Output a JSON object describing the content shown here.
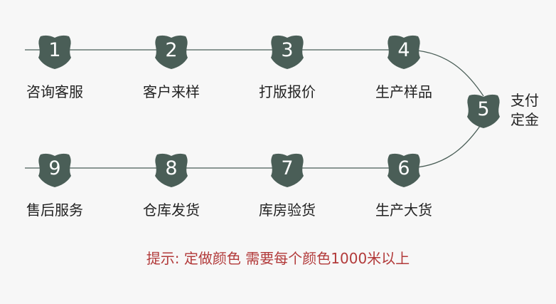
{
  "steps": [
    {
      "number": "1",
      "label": "咨询客服"
    },
    {
      "number": "2",
      "label": "客户来样"
    },
    {
      "number": "3",
      "label": "打版报价"
    },
    {
      "number": "4",
      "label": "生产样品"
    },
    {
      "number": "5",
      "label_line1": "支付",
      "label_line2": "定金"
    },
    {
      "number": "6",
      "label": "生产大货"
    },
    {
      "number": "7",
      "label": "库房验货"
    },
    {
      "number": "8",
      "label": "仓库发货"
    },
    {
      "number": "9",
      "label": "售后服务"
    }
  ],
  "note": "提示: 定做颜色 需要每个颜色1000米以上",
  "colors": {
    "badge": "#4a5e57",
    "line": "#4a5e57",
    "note": "#b23a3a"
  }
}
